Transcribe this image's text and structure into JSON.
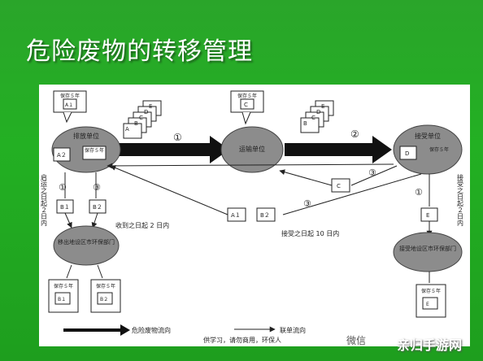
{
  "title": "危险废物的转移管理",
  "nodes": {
    "producer": "排放单位",
    "transporter": "运输单位",
    "receiver": "接受单位",
    "origin_epb": "移出地设区市环保部门",
    "dest_epb": "接受地设区市环保部门"
  },
  "notes": {
    "keep5": "保存５年",
    "keep5_vertical": "保存５年"
  },
  "doc_labels": {
    "A1": "A１",
    "A2": "A２",
    "B1": "B１",
    "B2": "B２",
    "C": "C",
    "D": "D",
    "E": "E",
    "stack": [
      "E",
      "D",
      "C",
      "B",
      "A"
    ]
  },
  "steps": {
    "s1": "①",
    "s2": "②",
    "s3": "③"
  },
  "labels": {
    "start_transport": "启运之日起２日内",
    "received_2days": "收到之日起 2 日内",
    "accepted_10days": "接受之日起 10 日内",
    "accepted_2days": "接受之日起２日内"
  },
  "legend": {
    "waste_flow": "危险废物流向",
    "form_flow": "联单流向"
  },
  "footer": {
    "caption": "供学习，请勿商用，环保人",
    "wechat": "微信",
    "brand": "亲归手游网"
  }
}
